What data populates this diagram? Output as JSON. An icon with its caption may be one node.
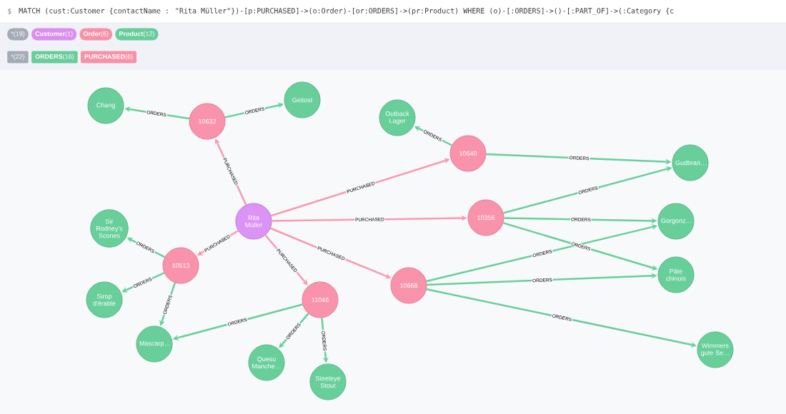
{
  "diagram": {
    "nodes": [
      {
        "text": [
          "Rita Müller"
        ]
      },
      {
        "text": [
          "10632"
        ]
      },
      {
        "text": [
          "10640"
        ]
      },
      {
        "text": [
          "10356"
        ]
      },
      {
        "text": [
          "10513"
        ]
      },
      {
        "text": [
          "11046"
        ]
      },
      {
        "text": [
          "10668"
        ]
      },
      {
        "text": [
          "Chang"
        ]
      },
      {
        "text": [
          "Geitost"
        ]
      },
      {
        "text": [
          "Outback Lager"
        ]
      },
      {
        "text": [
          "Gudbran…"
        ]
      },
      {
        "text": [
          "Gorgonz…"
        ]
      },
      {
        "text": [
          "Pâté chinois"
        ]
      },
      {
        "text": [
          "Wimmers gute Se…"
        ]
      },
      {
        "text": [
          "Sir Rodney's Scones"
        ]
      },
      {
        "text": [
          "Sirop d'érable"
        ]
      },
      {
        "text": [
          "Mascarp…"
        ]
      },
      {
        "text": [
          "Queso Manche…"
        ]
      },
      {
        "text": [
          "Steeleye Stout"
        ]
      }
    ],
    "edges": [
      {
        "from": 0,
        "to": 1,
        "arrow": "to",
        "label": "PURCHASED",
        "color": "#f79bb0"
      },
      {
        "from": 0,
        "to": 2,
        "arrow": "to",
        "label": "PURCHASED",
        "color": "#f79bb0"
      },
      {
        "from": 0,
        "to": 3,
        "arrow": "to",
        "label": "PURCHASED",
        "color": "#f79bb0"
      },
      {
        "from": 0,
        "to": 4,
        "arrow": "to",
        "label": "PURCHASED",
        "color": "#f79bb0"
      },
      {
        "from": 0,
        "to": 5,
        "arrow": "to",
        "label": "PURCHASED",
        "color": "#f79bb0"
      },
      {
        "from": 0,
        "to": 6,
        "arrow": "to",
        "label": "PURCHASED",
        "color": "#f79bb0"
      },
      {
        "from": 1,
        "to": 7,
        "arrow": "to",
        "label": "ORDERS"
      },
      {
        "from": 1,
        "to": 8,
        "arrow": "to",
        "label": "ORDERS"
      },
      {
        "from": 2,
        "to": 9,
        "arrow": "to",
        "label": "ORDERS"
      },
      {
        "from": 2,
        "to": 10,
        "arrow": "to",
        "label": "ORDERS"
      },
      {
        "from": 3,
        "to": 10,
        "arrow": "to",
        "label": "ORDERS"
      },
      {
        "from": 3,
        "to": 11,
        "arrow": "to",
        "label": "ORDERS"
      },
      {
        "from": 3,
        "to": 12,
        "arrow": "to",
        "label": "ORDERS"
      },
      {
        "from": 6,
        "to": 11,
        "arrow": "to",
        "label": "ORDERS"
      },
      {
        "from": 6,
        "to": 12,
        "arrow": "to",
        "label": "ORDERS"
      },
      {
        "from": 6,
        "to": 13,
        "arrow": "to",
        "label": "ORDERS"
      },
      {
        "from": 4,
        "to": 14,
        "arrow": "to",
        "label": "ORDERS"
      },
      {
        "from": 4,
        "to": 15,
        "arrow": "to",
        "label": "ORDERS"
      },
      {
        "from": 4,
        "to": 16,
        "arrow": "to",
        "label": "ORDERS"
      },
      {
        "from": 5,
        "to": 16,
        "arrow": "to",
        "label": "ORDERS"
      },
      {
        "from": 5,
        "to": 17,
        "arrow": "to",
        "label": "ORDERS"
      },
      {
        "from": 5,
        "to": 18,
        "arrow": "to",
        "label": "ORDERS"
      }
    ],
    "labels": [
      "$",
      "MATCH (cust:Customer {contactName : \"Rita Müller\"})-[p:PURCHASED]->(o:Order)-[or:ORDERS]->(pr:Product) WHERE (o)-[:ORDERS]->()-[:PART_OF]->(:Category {c"
    ],
    "legend": [
      {
        "text": "*(19)",
        "color": "#a5abb6"
      },
      {
        "text": "**Customer**(1)",
        "color": "#da8fef"
      },
      {
        "text": "**Order**(6)",
        "color": "#f592a8"
      },
      {
        "text": "**Product**(12)",
        "color": "#68cc9b"
      },
      {
        "text": "*(22)",
        "color": "#a5abb6"
      },
      {
        "text": "**ORDERS**(16)",
        "color": "#68cc9b"
      },
      {
        "text": "**PURCHASED**(6)",
        "color": "#f592a8"
      }
    ]
  }
}
